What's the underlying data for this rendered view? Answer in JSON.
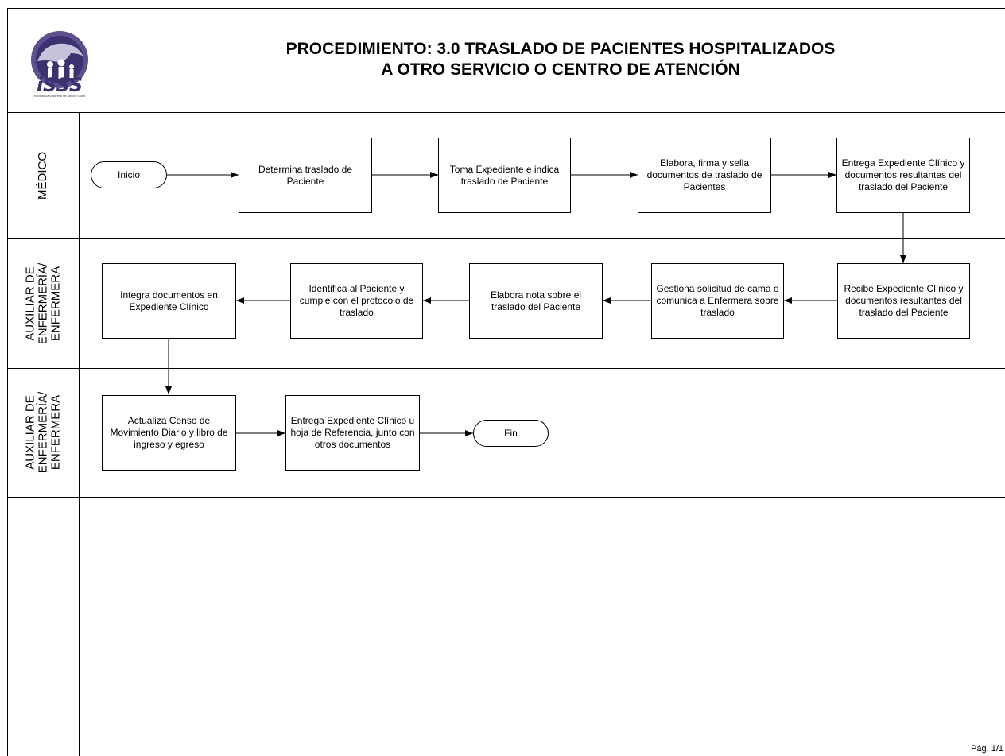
{
  "header": {
    "title_line1": "PROCEDIMIENTO: 3.0 TRASLADO DE PACIENTES HOSPITALIZADOS",
    "title_line2": "A OTRO SERVICIO O CENTRO DE ATENCIÓN",
    "logo_text": "iSSS",
    "logo_subtext": "Instituto Salvadoreño del Seguro Social"
  },
  "lanes": {
    "lane1": "MÉDICO",
    "lane2_line1": "AUXILIAR DE",
    "lane2_line2": "ENFERMERÍA/",
    "lane2_line3": "ENFERMERA",
    "lane3_line1": "AUXILIAR DE",
    "lane3_line2": "ENFERMERÍA/",
    "lane3_line3": "ENFERMERA"
  },
  "nodes": {
    "inicio": "Inicio",
    "determina": "Determina traslado de Paciente",
    "toma": "Toma Expediente e indica traslado de Paciente",
    "elabora_firma": "Elabora, firma y sella documentos de traslado de Pacientes",
    "entrega_expediente": "Entrega Expediente Clínico y documentos resultantes del traslado del Paciente",
    "recibe": "Recibe Expediente Clínico y documentos resultantes del traslado del Paciente",
    "gestiona": "Gestiona solicitud de cama o comunica a Enfermera sobre traslado",
    "elabora_nota": "Elabora nota sobre el traslado del Paciente",
    "identifica": "Identifica al Paciente y cumple con el protocolo de traslado",
    "integra": "Integra documentos en Expediente Clínico",
    "actualiza": "Actualiza Censo de Movimiento Diario y libro de ingreso y egreso",
    "entrega_clinico": "Entrega Expediente Clínico u hoja de Referencia, junto con otros documentos",
    "fin": "Fin"
  },
  "footer": {
    "page": "Pág. 1/1"
  }
}
